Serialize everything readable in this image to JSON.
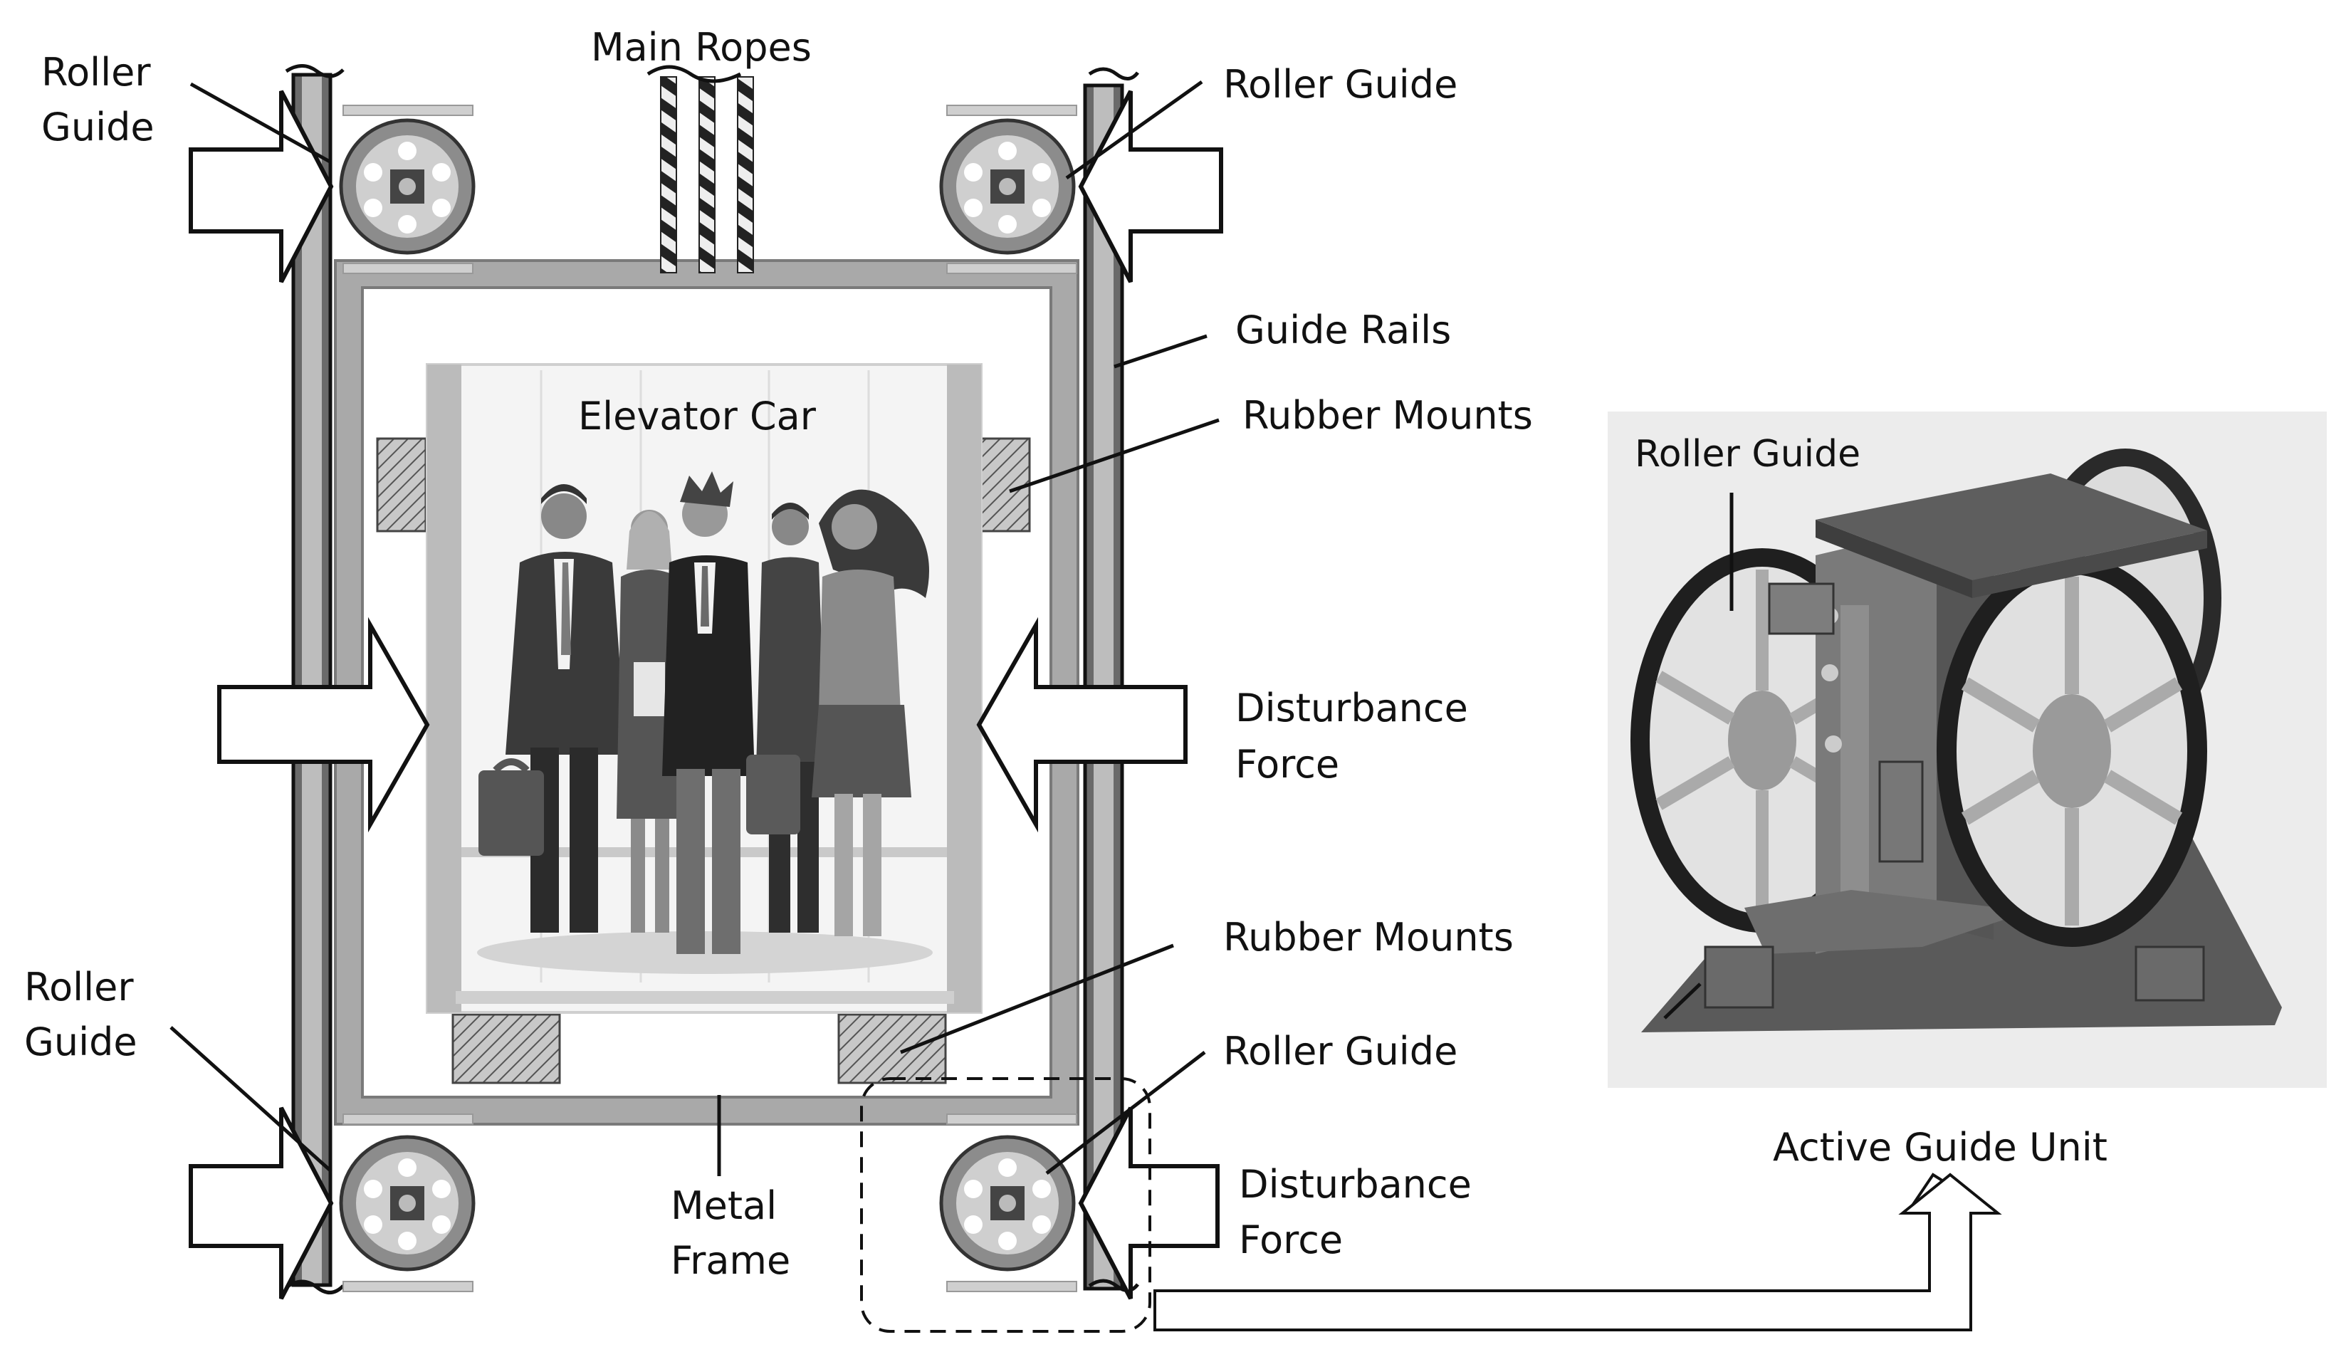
{
  "labels": {
    "roller_guide_tl_1": "Roller",
    "roller_guide_tl_2": "Guide",
    "main_ropes": "Main Ropes",
    "roller_guide_tr": "Roller Guide",
    "guide_rails": "Guide Rails",
    "rubber_mounts_top": "Rubber Mounts",
    "elevator_car": "Elevator Car",
    "disturbance_force_mid_1": "Disturbance",
    "disturbance_force_mid_2": "Force",
    "rubber_mounts_bottom": "Rubber Mounts",
    "roller_guide_bl_1": "Roller",
    "roller_guide_bl_2": "Guide",
    "roller_guide_br": "Roller Guide",
    "metal_frame_1": "Metal",
    "metal_frame_2": "Frame",
    "disturbance_force_bot_1": "Disturbance",
    "disturbance_force_bot_2": "Force",
    "roller_guide_photo": "Roller Guide",
    "active_guide_unit": "Active Guide Unit"
  },
  "colors": {
    "frame_gray": "#a9a9a9",
    "rail_dark": "#555555",
    "panel_bg": "#ececec",
    "wheel_gray": "#8c8c8c",
    "dark_metal": "#4a4a4a"
  }
}
